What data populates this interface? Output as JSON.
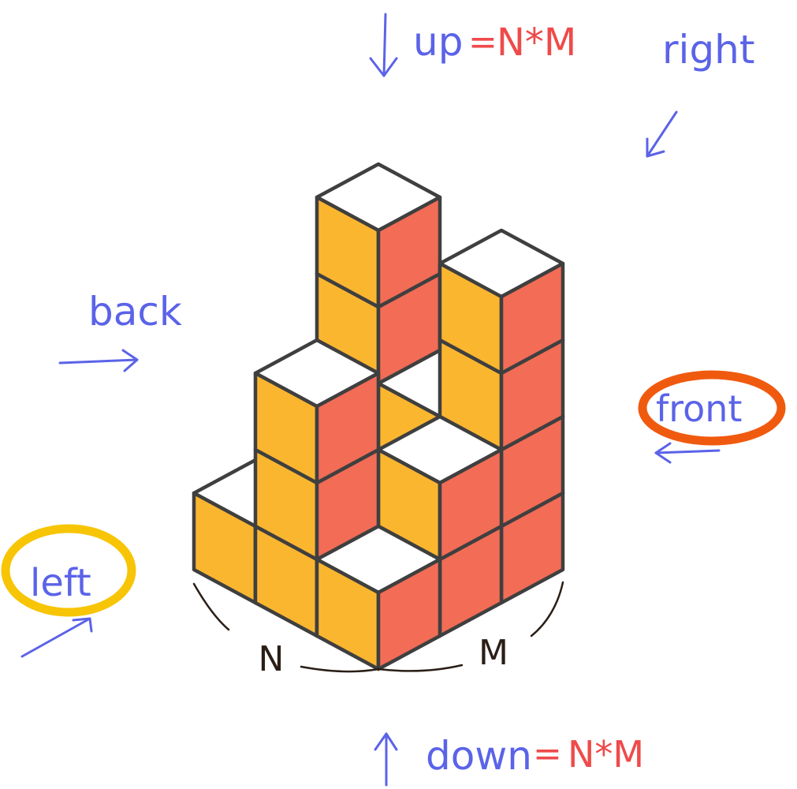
{
  "labels": {
    "up_word": "up",
    "up_eq": "=",
    "up_expr": "N*M",
    "right": "right",
    "back": "back",
    "front": "front",
    "left": "left",
    "down_word": "down",
    "down_eq": "=",
    "down_expr": "N*M",
    "n_dim": "N",
    "m_dim": "M"
  },
  "colors": {
    "top_face": "#ffffff",
    "left_face": "#fbb630",
    "right_face": "#f26c56",
    "edge": "#3f3f3f",
    "annotation_blue": "#5b63e8",
    "annotation_red": "#ef4a4a",
    "front_ring": "#f05a0f",
    "left_ring": "#f7c506",
    "dimension_ink": "#2a1e16"
  },
  "grid": {
    "n": 3,
    "m": 3,
    "heights": [
      [
        1,
        2,
        4
      ],
      [
        3,
        1,
        2
      ],
      [
        1,
        1,
        4
      ]
    ]
  }
}
